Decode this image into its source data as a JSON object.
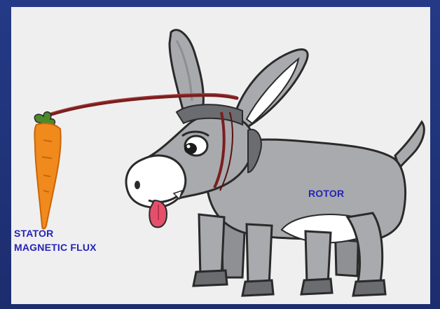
{
  "labels": {
    "rotor": "ROTOR",
    "stator_line1": "STATOR",
    "stator_line2": "MAGNETIC FLUX"
  },
  "colors": {
    "frame": "#1e2f73",
    "background": "#efefef",
    "label": "#2424b8",
    "donkey_body": "#a9aaad",
    "stick": "#7a1e1e",
    "carrot": "#f08a1c",
    "tongue": "#e4506a"
  },
  "illustration": {
    "subject": "donkey-chasing-carrot",
    "icons": [
      "donkey-icon",
      "carrot-icon",
      "stick-icon"
    ]
  }
}
